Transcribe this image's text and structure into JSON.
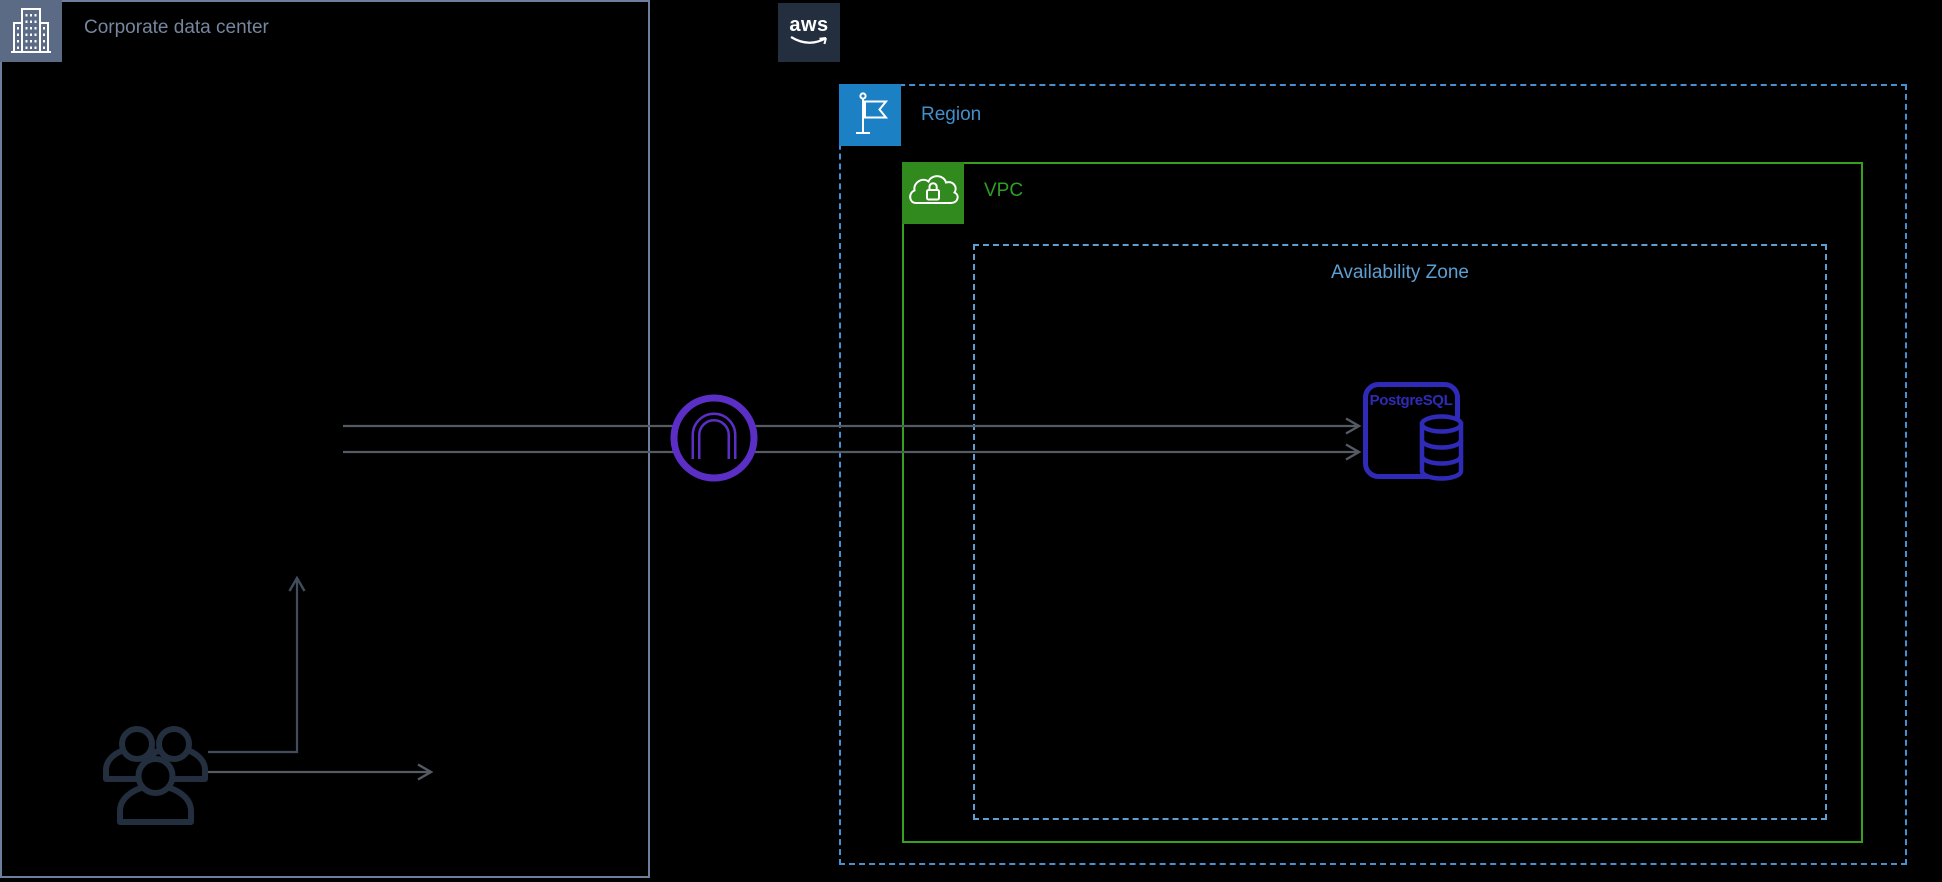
{
  "title": "AWS architecture diagram: corporate data center users connecting through a gateway to PostgreSQL in an Availability Zone",
  "labels": {
    "corporate": "Corporate data center",
    "aws": "aws",
    "region": "Region",
    "vpc": "VPC",
    "availability_zone": "Availability Zone",
    "postgresql": "PostgreSQL"
  },
  "nodes": [
    {
      "id": "corporate-data-center",
      "label": "Corporate data center",
      "icon": "building-icon"
    },
    {
      "id": "aws-cloud",
      "label": "aws",
      "icon": "aws-logo"
    },
    {
      "id": "region",
      "label": "Region",
      "icon": "flag-icon"
    },
    {
      "id": "vpc",
      "label": "VPC",
      "icon": "cloud-lock-icon"
    },
    {
      "id": "availability-zone",
      "label": "Availability Zone",
      "icon": null
    },
    {
      "id": "postgresql-database",
      "label": "PostgreSQL",
      "icon": "database-cylinder-icon"
    },
    {
      "id": "gateway",
      "label": "",
      "icon": "gateway-arch-icon"
    },
    {
      "id": "users",
      "label": "",
      "icon": "users-icon"
    }
  ],
  "connections": [
    {
      "id": "flow-upper",
      "from": "corporate-data-center",
      "to": "postgresql-database",
      "through": "gateway",
      "arrow": "right"
    },
    {
      "id": "flow-lower",
      "from": "corporate-data-center",
      "to": "postgresql-database",
      "through": "gateway",
      "arrow": "right"
    },
    {
      "id": "users-elbow-up",
      "from": "users",
      "arrow": "up"
    },
    {
      "id": "users-straight-right",
      "from": "users",
      "arrow": "right"
    }
  ],
  "colors": {
    "background": "#000000",
    "corporate_border": "#6d7f9c",
    "corporate_icon_bg": "#5b6b85",
    "corporate_label": "#76869e",
    "aws_bg": "#232f3e",
    "aws_text": "#ffffff",
    "region_icon_bg": "#1b80c4",
    "region_border": "#4590d2",
    "region_label": "#4190cc",
    "vpc_icon_bg": "#318a1e",
    "vpc_border": "#37a01f",
    "vpc_label": "#2f9e25",
    "az_border": "#5d9fd3",
    "az_label": "#5d9fd3",
    "postgres_blue": "#2f2bb8",
    "gateway_purple": "#5b2ec5",
    "users_navy": "#232f3e",
    "flow_gray": "#545b64",
    "user_arrow": "#414d5c",
    "icon_white": "#ffffff"
  }
}
